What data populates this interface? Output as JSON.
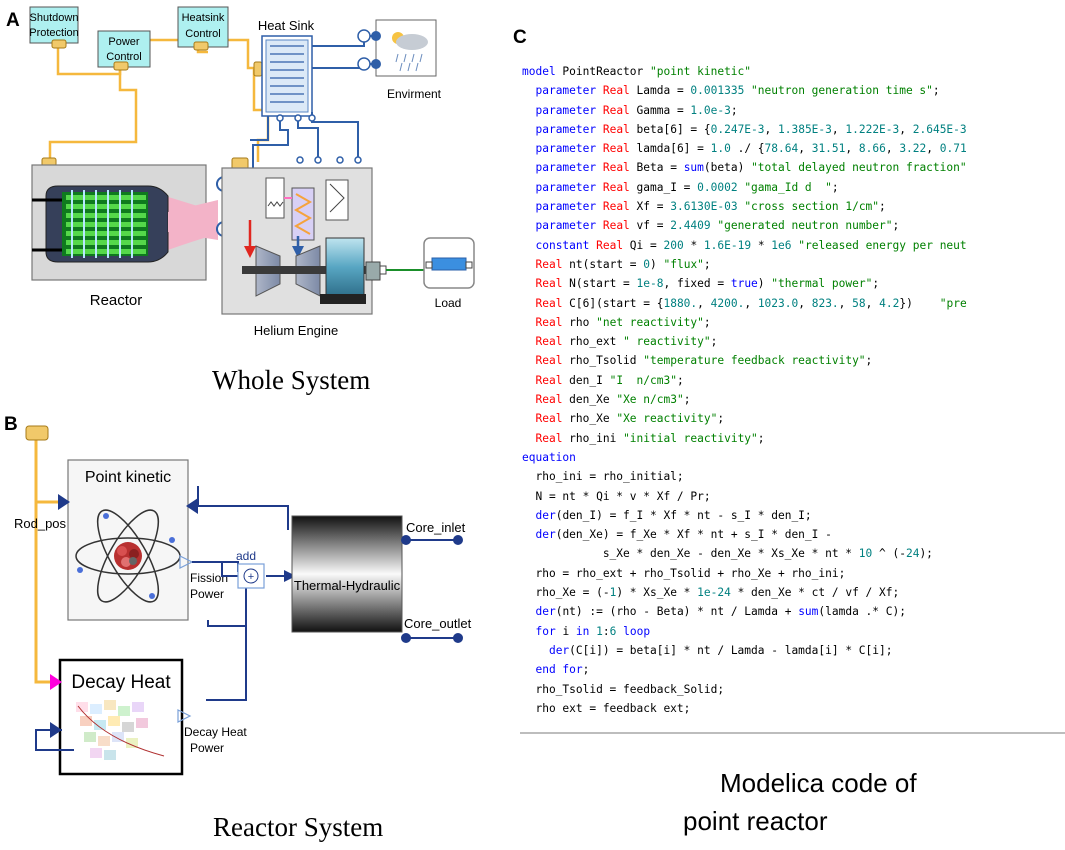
{
  "panels": {
    "a": {
      "letter": "A",
      "caption": "Whole System",
      "labels": {
        "shutdown": [
          "Shutdown",
          "Protection"
        ],
        "power_control": [
          "Power",
          "Control"
        ],
        "heatsink_control": [
          "Heatsink",
          "Control"
        ],
        "heat_sink": "Heat Sink",
        "envirment": "Envirment",
        "reactor": "Reactor",
        "load": "Load",
        "helium_engine": "Helium Engine"
      }
    },
    "b": {
      "letter": "B",
      "caption": "Reactor System",
      "labels": {
        "point_kinetic": "Point kinetic",
        "rod_pos": "Rod_pos",
        "fission_power": [
          "Fission",
          "Power"
        ],
        "add": "add",
        "thermal_hydraulic": "Thermal-Hydraulic",
        "core_inlet": "Core_inlet",
        "core_outlet": "Core_outlet",
        "decay_heat": "Decay Heat",
        "decay_heat_power": [
          "Decay Heat",
          "Power"
        ]
      }
    },
    "c": {
      "letter": "C",
      "caption_lines": [
        "Modelica code of",
        "point reactor"
      ],
      "code_lines": [
        [
          [
            "kw",
            "model "
          ],
          [
            "",
            "PointReactor "
          ],
          [
            "st",
            "\"point kinetic\""
          ]
        ],
        [
          [
            "",
            "  "
          ],
          [
            "kw",
            "parameter "
          ],
          [
            "ty",
            "Real "
          ],
          [
            "",
            "Lamda = "
          ],
          [
            "nm",
            "0.001335"
          ],
          [
            "",
            ""
          ],
          [
            "st",
            " \"neutron generation time s\""
          ],
          [
            "",
            ";"
          ]
        ],
        [
          [
            "",
            "  "
          ],
          [
            "kw",
            "parameter "
          ],
          [
            "ty",
            "Real "
          ],
          [
            "",
            "Gamma = "
          ],
          [
            "nm",
            "1.0e-3"
          ],
          [
            "",
            ";"
          ]
        ],
        [
          [
            "",
            "  "
          ],
          [
            "kw",
            "parameter "
          ],
          [
            "ty",
            "Real "
          ],
          [
            "",
            "beta[6] = {"
          ],
          [
            "nm",
            "0.247E-3"
          ],
          [
            "",
            ", "
          ],
          [
            "nm",
            "1.385E-3"
          ],
          [
            "",
            ", "
          ],
          [
            "nm",
            "1.222E-3"
          ],
          [
            "",
            ", "
          ],
          [
            "nm",
            "2.645E-3"
          ]
        ],
        [
          [
            "",
            "  "
          ],
          [
            "kw",
            "parameter "
          ],
          [
            "ty",
            "Real "
          ],
          [
            "",
            "lamda[6] = "
          ],
          [
            "nm",
            "1.0"
          ],
          [
            "",
            " ./ {"
          ],
          [
            "nm",
            "78.64"
          ],
          [
            "",
            ", "
          ],
          [
            "nm",
            "31.51"
          ],
          [
            "",
            ", "
          ],
          [
            "nm",
            "8.66"
          ],
          [
            "",
            ", "
          ],
          [
            "nm",
            "3.22"
          ],
          [
            "",
            ", "
          ],
          [
            "nm",
            "0.71"
          ]
        ],
        [
          [
            "",
            "  "
          ],
          [
            "kw",
            "parameter "
          ],
          [
            "ty",
            "Real "
          ],
          [
            "",
            "Beta = "
          ],
          [
            "kw",
            "sum"
          ],
          [
            "",
            "(beta) "
          ],
          [
            "st",
            "\"total delayed neutron fraction\""
          ]
        ],
        [
          [
            "",
            "  "
          ],
          [
            "kw",
            "parameter "
          ],
          [
            "ty",
            "Real "
          ],
          [
            "",
            "gama_I = "
          ],
          [
            "nm",
            "0.0002"
          ],
          [
            "st",
            " \"gama_Id d  \""
          ],
          [
            "",
            ";"
          ]
        ],
        [
          [
            "",
            "  "
          ],
          [
            "kw",
            "parameter "
          ],
          [
            "ty",
            "Real "
          ],
          [
            "",
            "Xf = "
          ],
          [
            "nm",
            "3.6130E-03"
          ],
          [
            "st",
            " \"cross section 1/cm\""
          ],
          [
            "",
            ";"
          ]
        ],
        [
          [
            "",
            "  "
          ],
          [
            "kw",
            "parameter "
          ],
          [
            "ty",
            "Real "
          ],
          [
            "",
            "vf = "
          ],
          [
            "nm",
            "2.4409"
          ],
          [
            "st",
            " \"generated neutron number\""
          ],
          [
            "",
            ";"
          ]
        ],
        [
          [
            "",
            "  "
          ],
          [
            "kw",
            "constant "
          ],
          [
            "ty",
            "Real "
          ],
          [
            "",
            "Qi = "
          ],
          [
            "nm",
            "200"
          ],
          [
            "",
            " * "
          ],
          [
            "nm",
            "1.6E-19"
          ],
          [
            "",
            " * "
          ],
          [
            "nm",
            "1e6"
          ],
          [
            "st",
            " \"released energy per neut"
          ]
        ],
        [
          [
            "",
            "  "
          ],
          [
            "ty",
            "Real "
          ],
          [
            "",
            "nt(start = "
          ],
          [
            "nm",
            "0"
          ],
          [
            "",
            ") "
          ],
          [
            "st",
            "\"flux\""
          ],
          [
            "",
            ";"
          ]
        ],
        [
          [
            "",
            "  "
          ],
          [
            "ty",
            "Real "
          ],
          [
            "",
            "N(start = "
          ],
          [
            "nm",
            "1e-8"
          ],
          [
            "",
            ", fixed = "
          ],
          [
            "kw",
            "true"
          ],
          [
            "",
            ") "
          ],
          [
            "st",
            "\"thermal power\""
          ],
          [
            "",
            ";"
          ]
        ],
        [
          [
            "",
            "  "
          ],
          [
            "ty",
            "Real "
          ],
          [
            "",
            "C[6](start = {"
          ],
          [
            "nm",
            "1880."
          ],
          [
            "",
            ", "
          ],
          [
            "nm",
            "4200."
          ],
          [
            "",
            ", "
          ],
          [
            "nm",
            "1023.0"
          ],
          [
            "",
            ", "
          ],
          [
            "nm",
            "823."
          ],
          [
            "",
            ", "
          ],
          [
            "nm",
            "58"
          ],
          [
            "",
            ", "
          ],
          [
            "nm",
            "4.2"
          ],
          [
            "",
            "})    "
          ],
          [
            "st",
            "\"pre"
          ]
        ],
        [
          [
            "",
            "  "
          ],
          [
            "ty",
            "Real "
          ],
          [
            "",
            "rho "
          ],
          [
            "st",
            "\"net reactivity\""
          ],
          [
            "",
            ";"
          ]
        ],
        [
          [
            "",
            "  "
          ],
          [
            "ty",
            "Real "
          ],
          [
            "",
            "rho_ext "
          ],
          [
            "st",
            "\" reactivity\""
          ],
          [
            "",
            ";"
          ]
        ],
        [
          [
            "",
            "  "
          ],
          [
            "ty",
            "Real "
          ],
          [
            "",
            "rho_Tsolid "
          ],
          [
            "st",
            "\"temperature feedback reactivity\""
          ],
          [
            "",
            ";"
          ]
        ],
        [
          [
            "",
            "  "
          ],
          [
            "ty",
            "Real "
          ],
          [
            "",
            "den_I "
          ],
          [
            "st",
            "\"I  n/cm3\""
          ],
          [
            "",
            ";"
          ]
        ],
        [
          [
            "",
            "  "
          ],
          [
            "ty",
            "Real "
          ],
          [
            "",
            "den_Xe "
          ],
          [
            "st",
            "\"Xe n/cm3\""
          ],
          [
            "",
            ";"
          ]
        ],
        [
          [
            "",
            "  "
          ],
          [
            "ty",
            "Real "
          ],
          [
            "",
            "rho_Xe "
          ],
          [
            "st",
            "\"Xe reactivity\""
          ],
          [
            "",
            ";"
          ]
        ],
        [
          [
            "",
            "  "
          ],
          [
            "ty",
            "Real "
          ],
          [
            "",
            "rho_ini "
          ],
          [
            "st",
            "\"initial reactivity\""
          ],
          [
            "",
            ";"
          ]
        ],
        [
          [
            "kw",
            "equation"
          ]
        ],
        [
          [
            "",
            "  rho_ini = rho_initial;"
          ]
        ],
        [
          [
            "",
            "  N = nt * Qi * v * Xf / Pr;"
          ]
        ],
        [
          [
            "",
            "  "
          ],
          [
            "kw",
            "der"
          ],
          [
            "",
            "(den_I) = f_I * Xf * nt - s_I * den_I;"
          ]
        ],
        [
          [
            "",
            "  "
          ],
          [
            "kw",
            "der"
          ],
          [
            "",
            "(den_Xe) = f_Xe * Xf * nt + s_I * den_I -"
          ]
        ],
        [
          [
            "",
            "            s_Xe * den_Xe - den_Xe * Xs_Xe * nt * "
          ],
          [
            "nm",
            "10"
          ],
          [
            "",
            " ^ (-"
          ],
          [
            "nm",
            "24"
          ],
          [
            "",
            ");"
          ]
        ],
        [
          [
            "",
            "  rho = rho_ext + rho_Tsolid + rho_Xe + rho_ini;"
          ]
        ],
        [
          [
            "",
            "  rho_Xe = (-"
          ],
          [
            "nm",
            "1"
          ],
          [
            "",
            ") * Xs_Xe * "
          ],
          [
            "nm",
            "1e-24"
          ],
          [
            "",
            " * den_Xe * ct / vf / Xf;"
          ]
        ],
        [
          [
            "",
            "  "
          ],
          [
            "kw",
            "der"
          ],
          [
            "",
            "(nt) := (rho - Beta) * nt / Lamda + "
          ],
          [
            "kw",
            "sum"
          ],
          [
            "",
            "(lamda .* C);"
          ]
        ],
        [
          [
            "",
            "  "
          ],
          [
            "kw",
            "for "
          ],
          [
            "",
            "i "
          ],
          [
            "kw",
            "in "
          ],
          [
            "nm",
            "1"
          ],
          [
            "",
            ":"
          ],
          [
            "nm",
            "6"
          ],
          [
            "kw",
            " loop"
          ]
        ],
        [
          [
            "",
            "    "
          ],
          [
            "kw",
            "der"
          ],
          [
            "",
            "(C[i]) = beta[i] * nt / Lamda - lamda[i] * C[i];"
          ]
        ],
        [
          [
            "",
            "  "
          ],
          [
            "kw",
            "end for"
          ],
          [
            "",
            ";"
          ]
        ],
        [
          [
            "",
            "  rho_Tsolid = feedback_Solid;"
          ]
        ],
        [
          [
            "",
            "  rho ext = feedback ext;"
          ]
        ]
      ]
    }
  },
  "colors": {
    "keyword": "#0000ff",
    "type": "#ff0000",
    "string": "#008000",
    "number": "#008080",
    "signal": "#f5b83d",
    "connector": "#1f4fa8"
  }
}
